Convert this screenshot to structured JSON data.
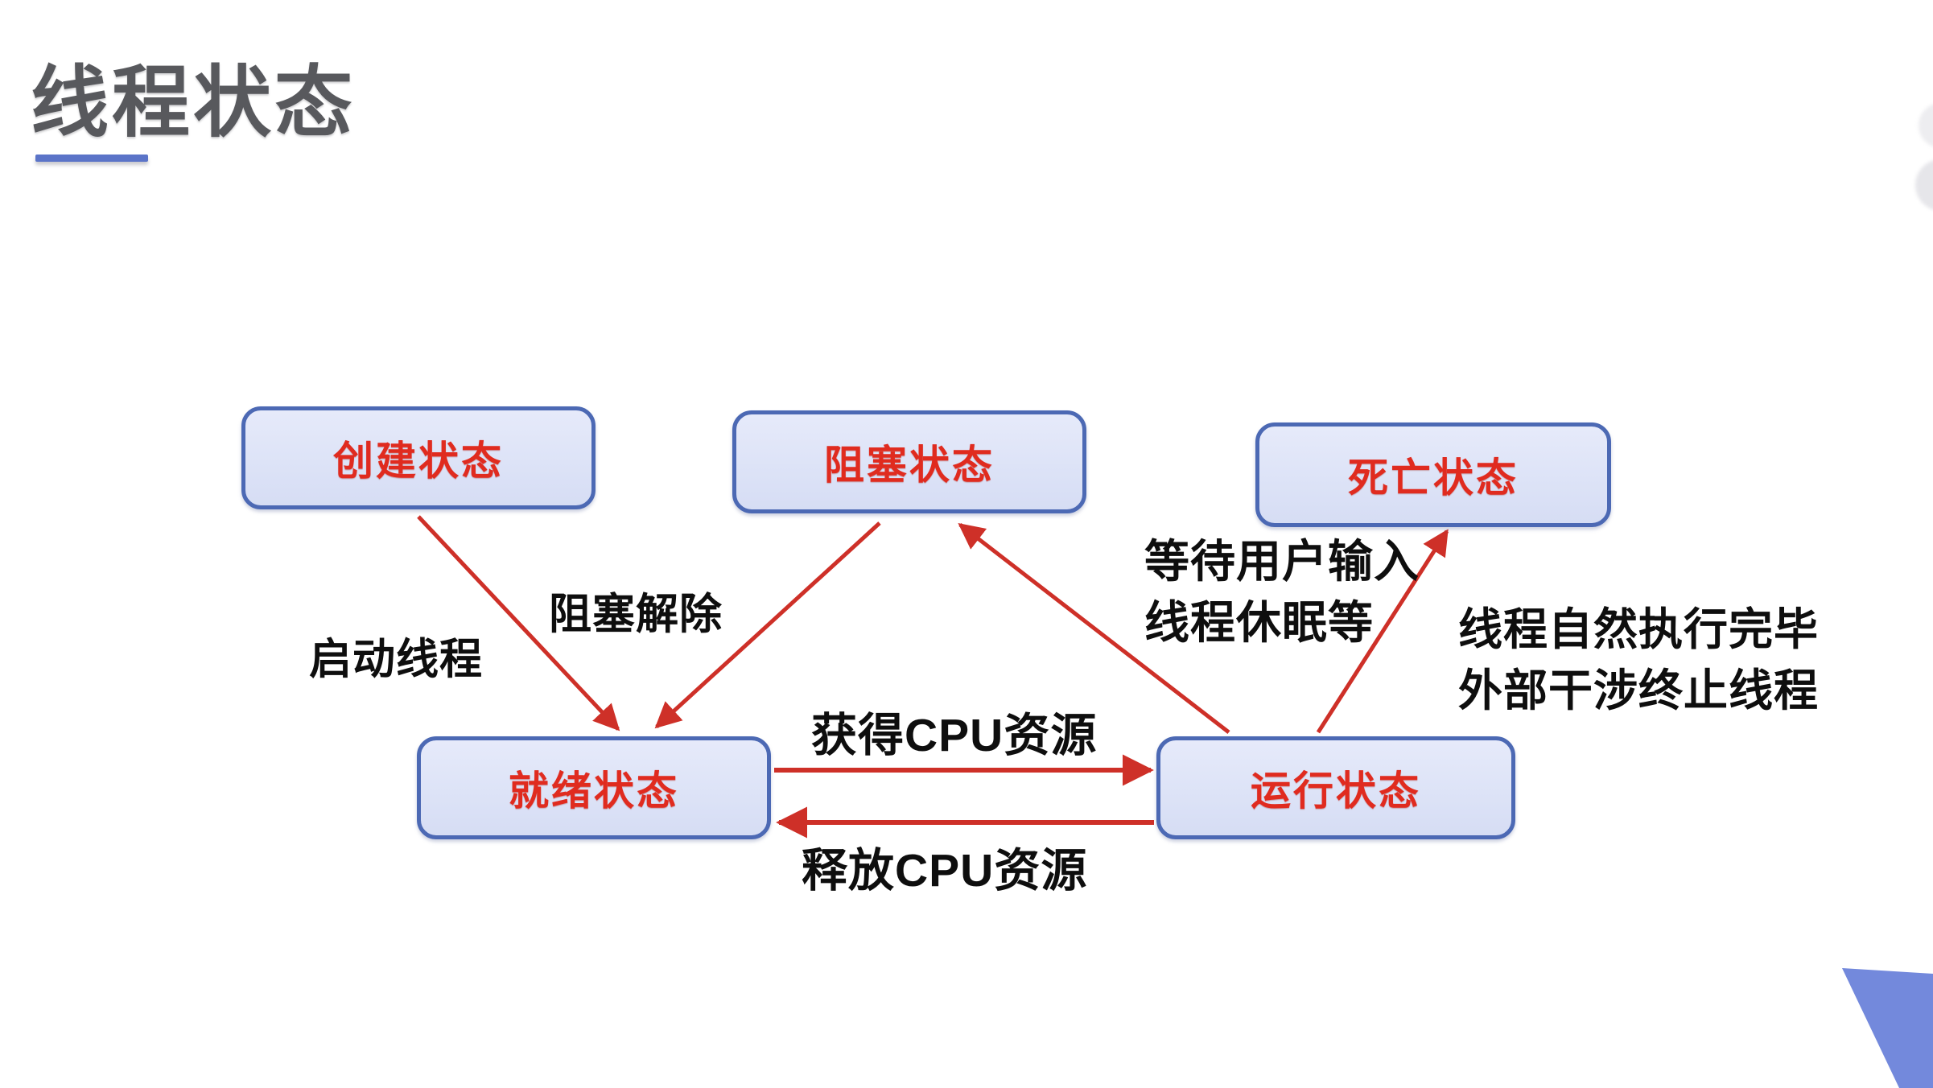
{
  "slide": {
    "title": "线程状态"
  },
  "colors": {
    "background": "#ffffff",
    "title_text": "#58595d",
    "title_underline": "#5b74c8",
    "node_fill": "#dde3f7",
    "node_border": "#4c69b4",
    "node_text": "#e02b1f",
    "arrow": "#ce3028",
    "edge_label_text": "#0e0e0e",
    "corner_triangle": "#7389dc"
  },
  "diagram": {
    "nodes": [
      {
        "id": "created",
        "label": "创建状态"
      },
      {
        "id": "blocked",
        "label": "阻塞状态"
      },
      {
        "id": "dead",
        "label": "死亡状态"
      },
      {
        "id": "ready",
        "label": "就绪状态"
      },
      {
        "id": "running",
        "label": "运行状态"
      }
    ],
    "edges": [
      {
        "id": "created-to-ready",
        "from": "创建状态",
        "to": "就绪状态",
        "lines": [
          "启动线程"
        ]
      },
      {
        "id": "blocked-to-ready",
        "from": "阻塞状态",
        "to": "就绪状态",
        "lines": [
          "阻塞解除"
        ]
      },
      {
        "id": "ready-to-running",
        "from": "就绪状态",
        "to": "运行状态",
        "lines": [
          "获得CPU资源"
        ]
      },
      {
        "id": "running-to-ready",
        "from": "运行状态",
        "to": "就绪状态",
        "lines": [
          "释放CPU资源"
        ]
      },
      {
        "id": "running-to-blocked",
        "from": "运行状态",
        "to": "阻塞状态",
        "lines": [
          "等待用户输入",
          "线程休眠等"
        ]
      },
      {
        "id": "running-to-dead",
        "from": "运行状态",
        "to": "死亡状态",
        "lines": [
          "线程自然执行完毕",
          "外部干涉终止线程"
        ]
      }
    ]
  }
}
